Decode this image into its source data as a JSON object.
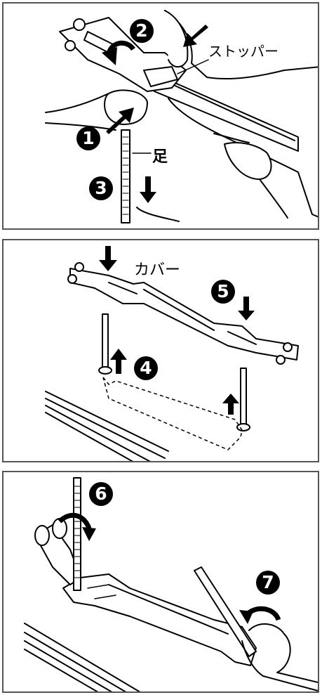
{
  "panels": [
    {
      "name": "step-panel-1",
      "steps": [
        "1",
        "2",
        "3"
      ],
      "labels": {
        "stopper": "ストッパー",
        "foot": "足"
      }
    },
    {
      "name": "step-panel-2",
      "steps": [
        "4",
        "5"
      ],
      "labels": {
        "cover": "カバー"
      }
    },
    {
      "name": "step-panel-3",
      "steps": [
        "6",
        "7"
      ]
    }
  ],
  "colors": {
    "stroke": "#000000",
    "panel_border": "#555555",
    "fill": "#ffffff",
    "badge": "#000000"
  }
}
